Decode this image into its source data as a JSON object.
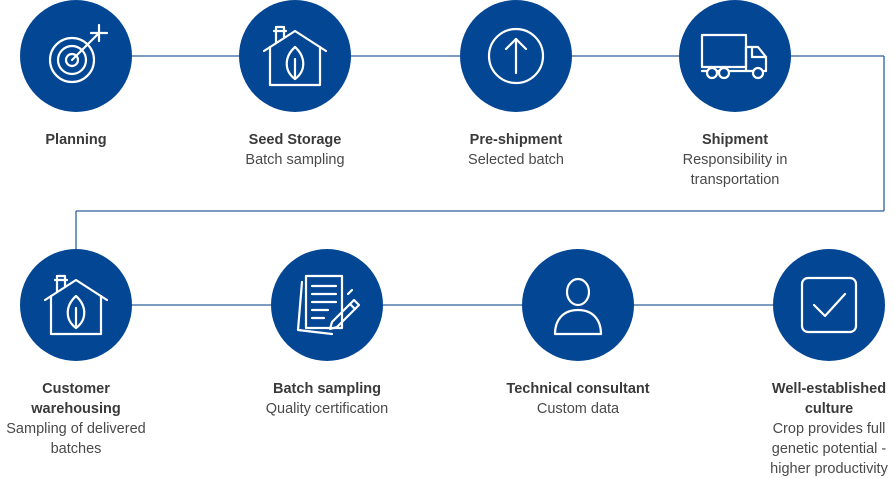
{
  "colors": {
    "accent": "#034694",
    "connector": "#2f5f9a",
    "title_text": "#3a3a3a",
    "desc_text": "#4a4a4a",
    "icon_stroke": "#ffffff"
  },
  "steps": [
    {
      "title": "Planning",
      "desc": "",
      "icon": "target-icon"
    },
    {
      "title": "Seed Storage",
      "desc": "Batch sampling",
      "icon": "seed-house-icon"
    },
    {
      "title": "Pre-shipment",
      "desc": "Selected batch",
      "icon": "arrow-up-icon"
    },
    {
      "title": "Shipment",
      "desc": "Responsibility in transportation",
      "icon": "truck-icon"
    },
    {
      "title": "Customer warehousing",
      "desc": "Sampling of delivered batches",
      "icon": "warehouse-icon"
    },
    {
      "title": "Batch sampling",
      "desc": "Quality certification",
      "icon": "document-pen-icon"
    },
    {
      "title": "Technical consultant",
      "desc": "Custom data",
      "icon": "user-icon"
    },
    {
      "title": "Well-established culture",
      "desc": "Crop provides full genetic potential - higher productivity",
      "icon": "checkbox-icon"
    }
  ]
}
